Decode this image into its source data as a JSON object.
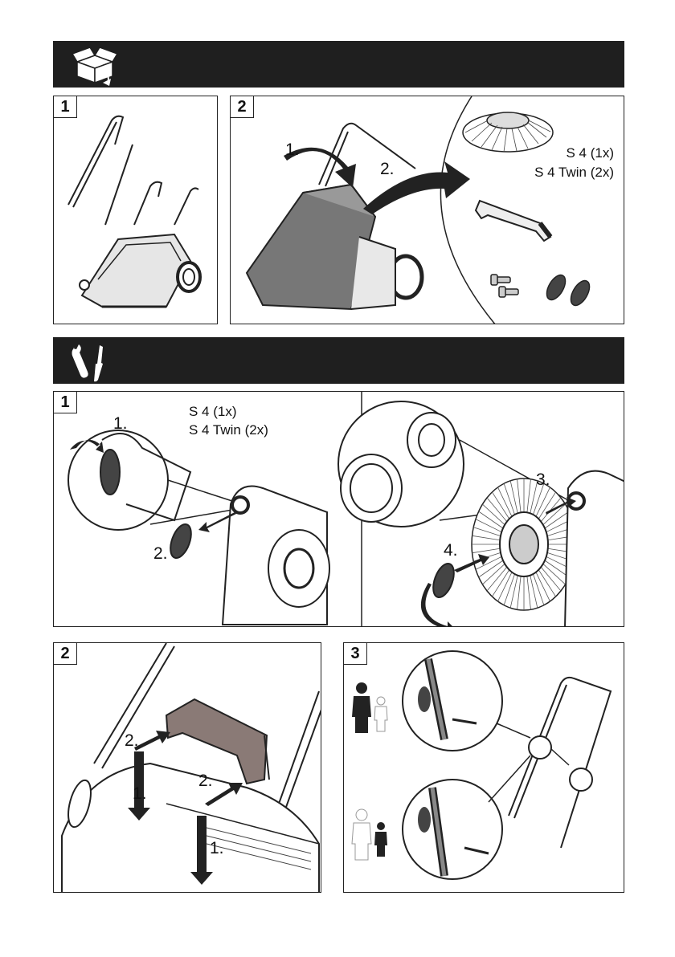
{
  "section_unpack": {
    "icon": "box-unpack-icon",
    "panel1": {
      "number": "1"
    },
    "panel2": {
      "number": "2",
      "step1": "1.",
      "step2": "2.",
      "variant_single": "S 4 (1x)",
      "variant_twin": "S 4 Twin (2x)"
    }
  },
  "section_assembly": {
    "icon": "tools-icon",
    "panel1": {
      "number": "1",
      "step1": "1.",
      "step2": "2.",
      "step3": "3.",
      "step4": "4.",
      "variant_single": "S 4 (1x)",
      "variant_twin": "S 4 Twin (2x)"
    },
    "panel2": {
      "number": "2",
      "step1a": "1.",
      "step1b": "1.",
      "step2a": "2.",
      "step2b": "2."
    },
    "panel3": {
      "number": "3"
    }
  },
  "colors": {
    "bar": "#1f1f1f",
    "cover": "#777777",
    "handle": "#8a7a76"
  }
}
